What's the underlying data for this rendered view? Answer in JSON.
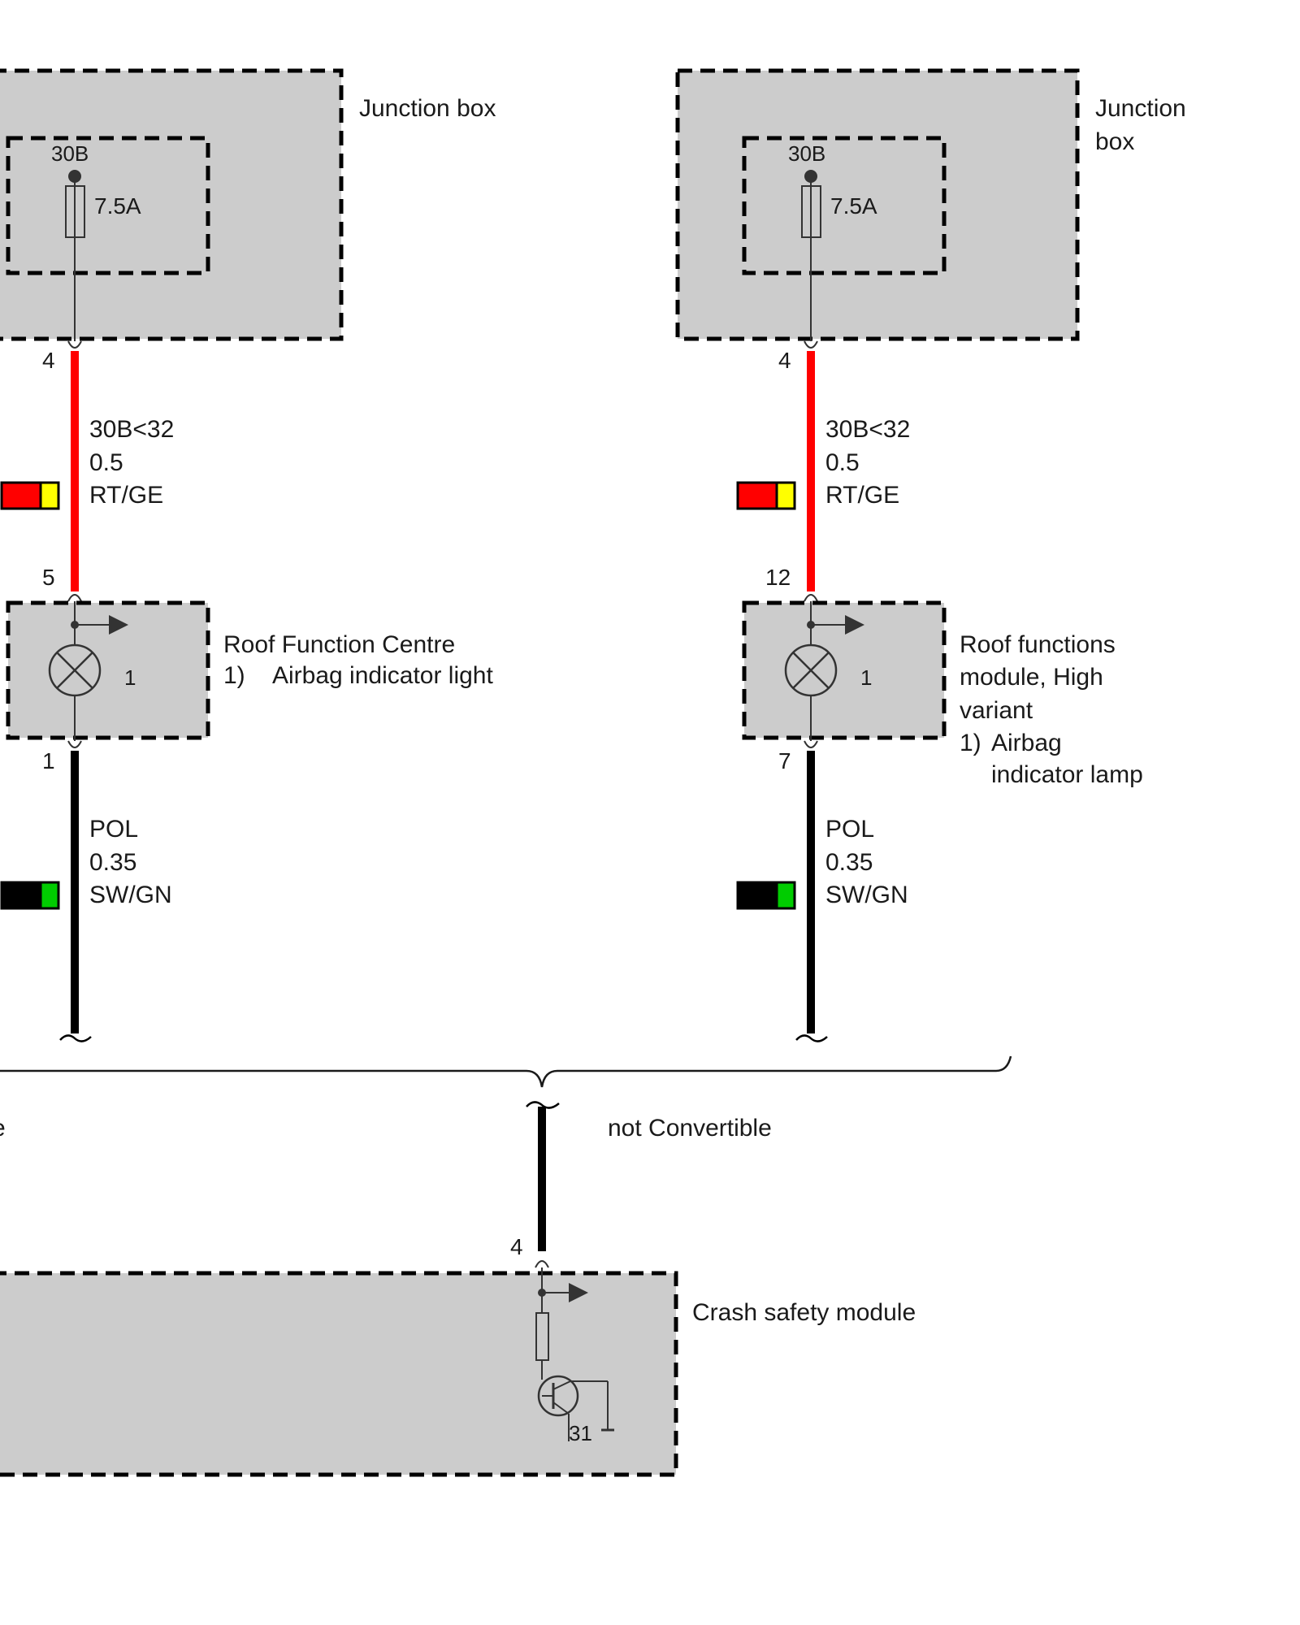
{
  "colors": {
    "box_fill": "#cccccc",
    "wire_red": "#ff0000",
    "wire_black": "#000000",
    "swatch_red": "#ff0000",
    "swatch_yellow": "#ffff00",
    "swatch_black": "#000000",
    "swatch_green": "#00cc00"
  },
  "left": {
    "junction_box_label": "Junction box",
    "fuse_terminal": "30B",
    "fuse_rating": "7.5A",
    "pin_top": "4",
    "wire_top": {
      "signal": "30B<32",
      "gauge": "0.5",
      "color_code": "RT/GE"
    },
    "pin_module_in": "5",
    "module_label_line1": "Roof Function Centre",
    "module_note_num": "1)",
    "module_note_text": "Airbag indicator light",
    "lamp_index": "1",
    "pin_module_out": "1",
    "wire_bottom": {
      "signal": "POL",
      "gauge": "0.35",
      "color_code": "SW/GN"
    }
  },
  "right": {
    "junction_box_label_line1": "Junction",
    "junction_box_label_line2": "box",
    "fuse_terminal": "30B",
    "fuse_rating": "7.5A",
    "pin_top": "4",
    "wire_top": {
      "signal": "30B<32",
      "gauge": "0.5",
      "color_code": "RT/GE"
    },
    "pin_module_in": "12",
    "module_label_line1": "Roof functions",
    "module_label_line2": "module, High",
    "module_label_line3": "variant",
    "module_note_num": "1)",
    "module_note_text_line1": "Airbag",
    "module_note_text_line2": "indicator lamp",
    "lamp_index": "1",
    "pin_module_out": "7",
    "wire_bottom": {
      "signal": "POL",
      "gauge": "0.35",
      "color_code": "SW/GN"
    }
  },
  "bottom": {
    "cut_label_left": "e",
    "variant_label": "not Convertible",
    "pin_in": "4",
    "module_label": "Crash safety module",
    "ground_terminal": "31"
  }
}
